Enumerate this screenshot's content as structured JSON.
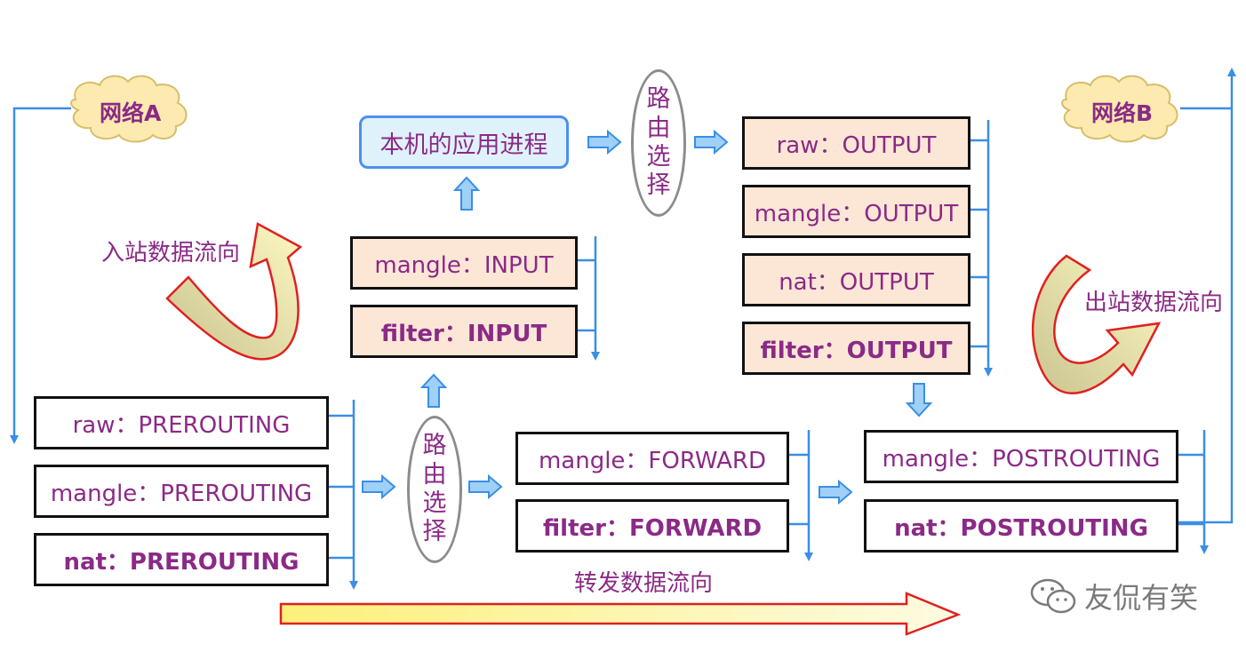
{
  "networks": {
    "a": "网络A",
    "b": "网络B"
  },
  "local_process": "本机的应用进程",
  "routing_label": "路由选择",
  "prerouting": {
    "raw": "raw：PREROUTING",
    "mangle": "mangle：PREROUTING",
    "nat": "nat：PREROUTING"
  },
  "input": {
    "mangle": "mangle：INPUT",
    "filter": "filter：INPUT"
  },
  "output": {
    "raw": "raw：OUTPUT",
    "mangle": "mangle：OUTPUT",
    "nat": "nat：OUTPUT",
    "filter": "filter：OUTPUT"
  },
  "forward": {
    "mangle": "mangle：FORWARD",
    "filter": "filter：FORWARD"
  },
  "postrouting": {
    "mangle": "mangle：POSTROUTING",
    "nat": "nat：POSTROUTING"
  },
  "flows": {
    "inbound": "入站数据流向",
    "outbound": "出站数据流向",
    "forward": "转发数据流向"
  },
  "watermark": "友侃有笑",
  "colors": {
    "text": "#8b2a86",
    "line_blue": "#3a8ee6",
    "table_peach": "#fce7d6",
    "cloud": "#fdeab0",
    "big_arrow_fill": "#fbf8c4",
    "big_arrow_edge": "#e02020",
    "curved_arrow_dark": "#c9c490"
  }
}
